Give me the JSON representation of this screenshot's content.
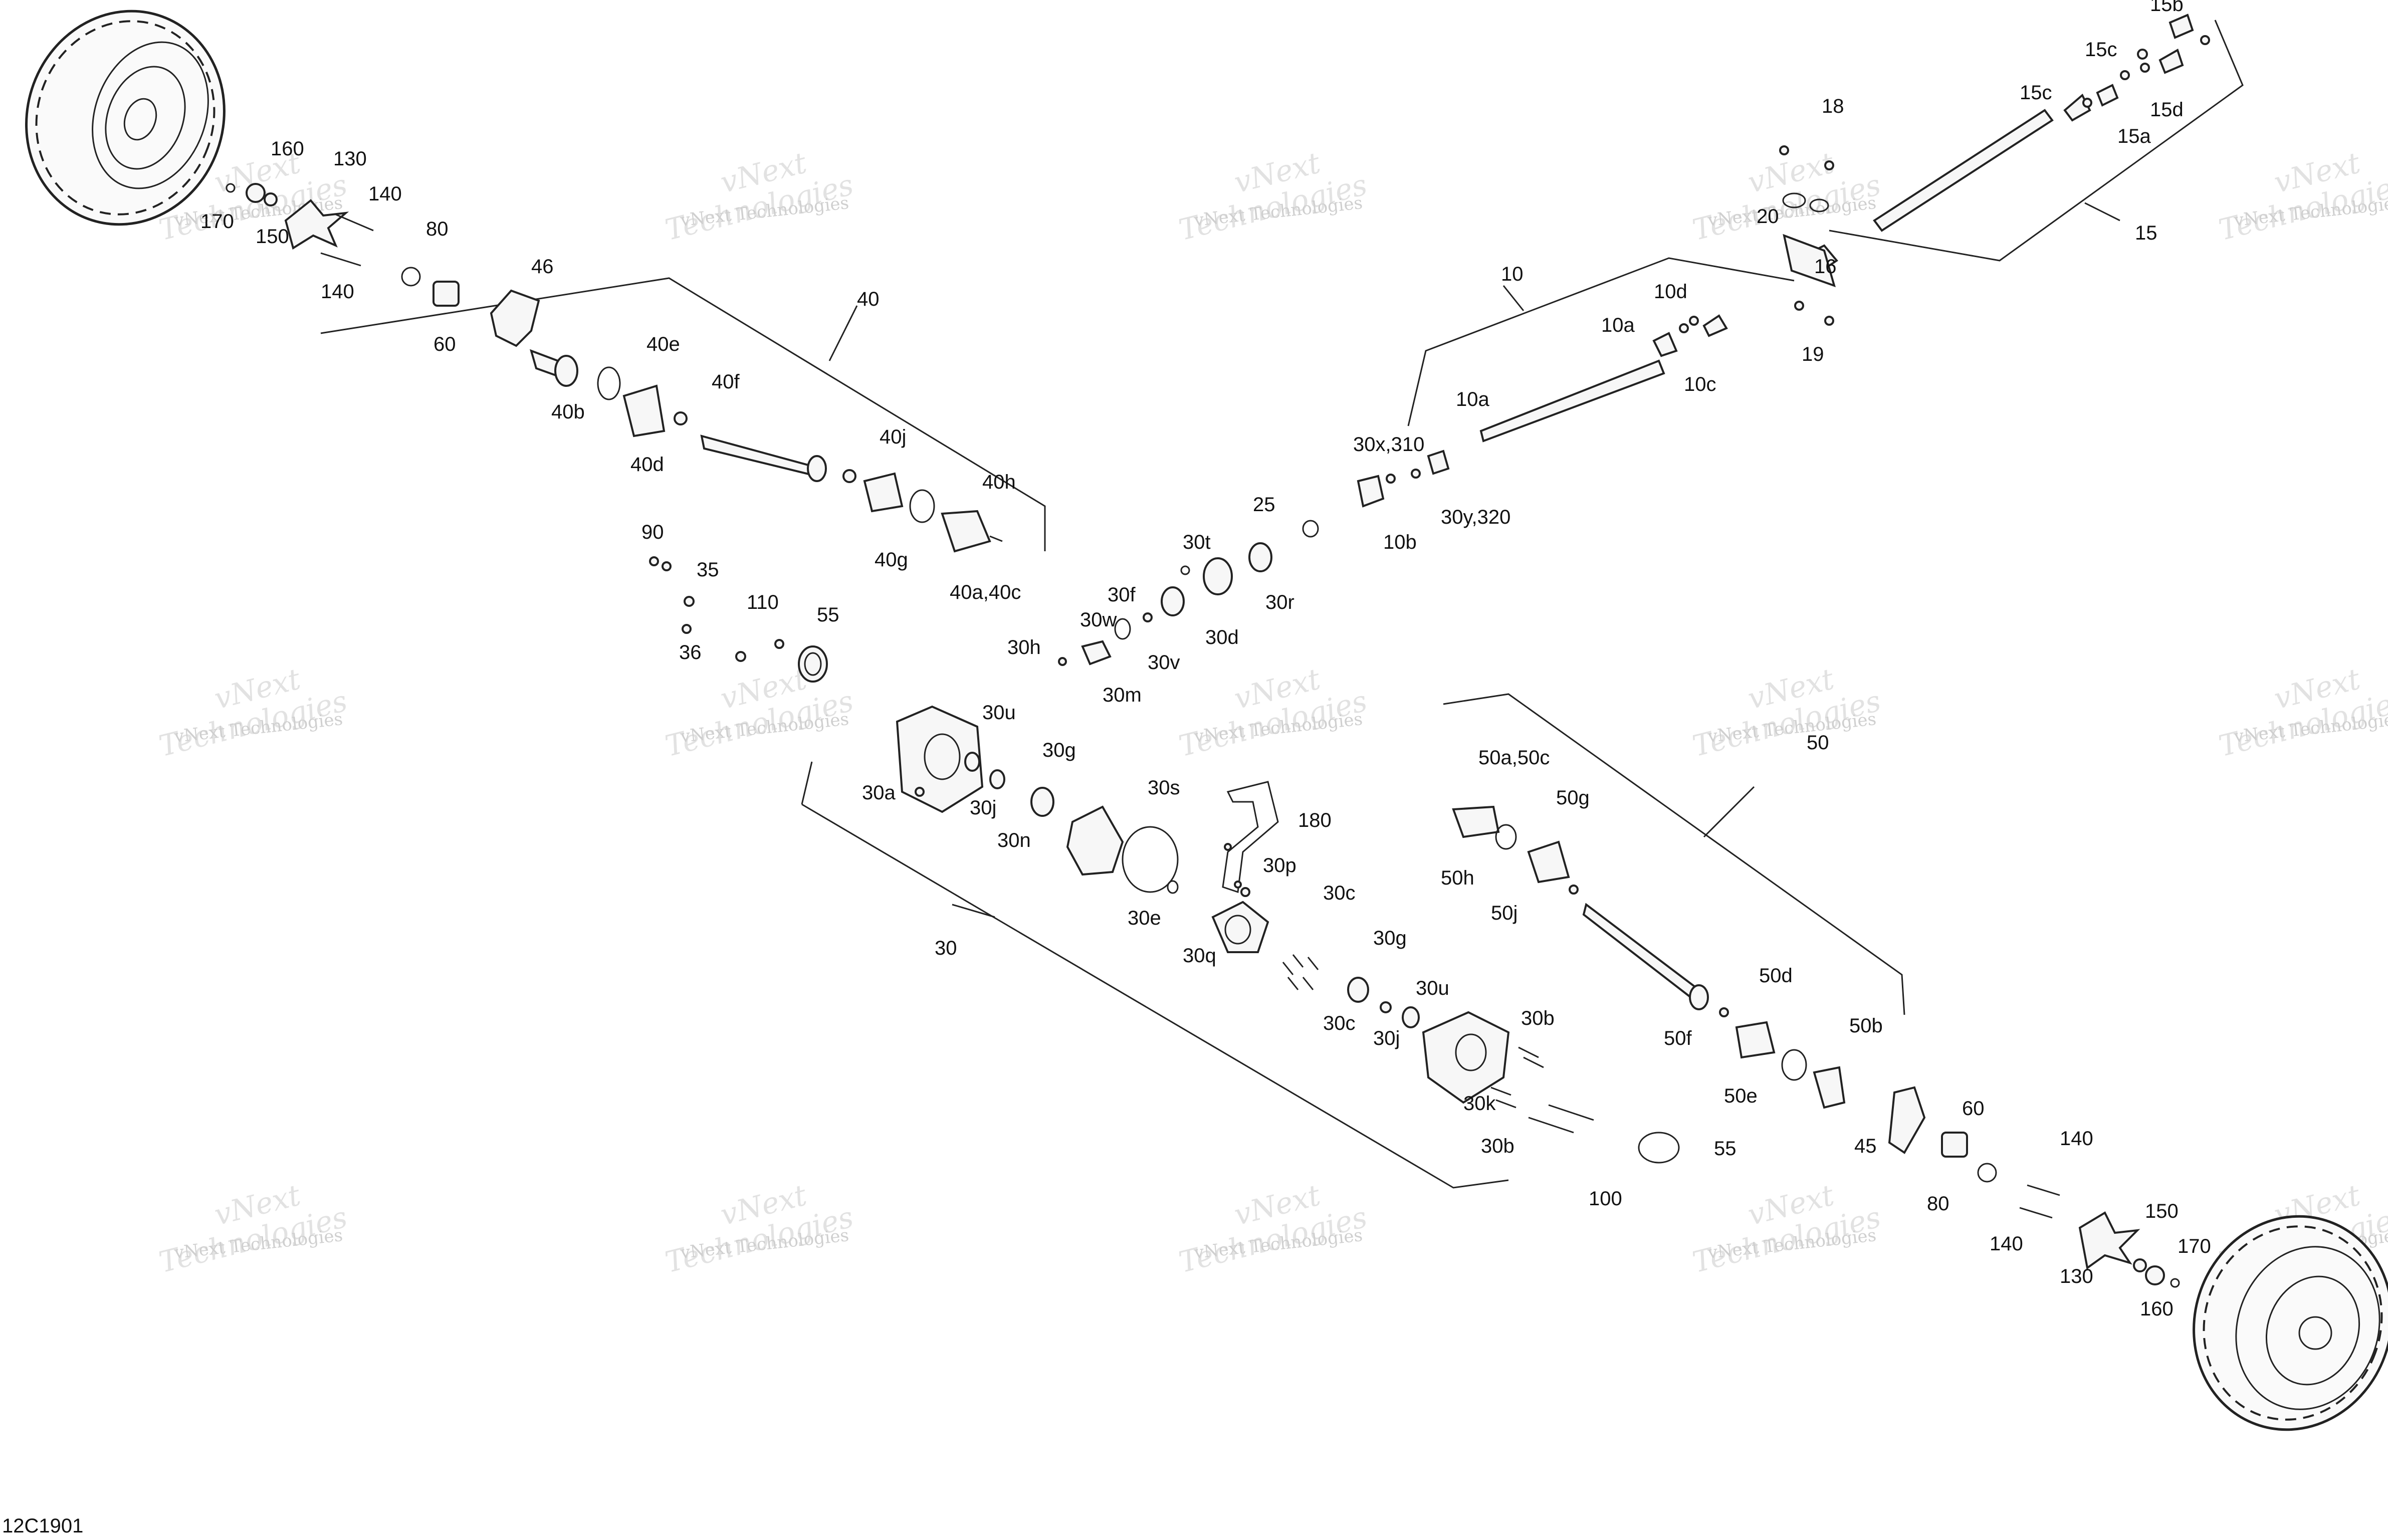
{
  "diagram_ref": "12C1901",
  "watermark": {
    "line1": "vNext Technologies",
    "line2": "Technologies",
    "brand": "vNext"
  },
  "labels": [
    "15b",
    "15c",
    "15c",
    "15d",
    "15a",
    "18",
    "20",
    "15",
    "16",
    "19",
    "10",
    "10d",
    "10a",
    "10c",
    "10a",
    "30x,310",
    "30y,320",
    "10b",
    "25",
    "30t",
    "30r",
    "30d",
    "30f",
    "30w",
    "30v",
    "30h",
    "30m",
    "170",
    "160",
    "130",
    "140",
    "150",
    "140",
    "80",
    "60",
    "46",
    "40",
    "40b",
    "40e",
    "40d",
    "40f",
    "40j",
    "40h",
    "40g",
    "40a,40c",
    "90",
    "35",
    "36",
    "110",
    "55",
    "30u",
    "30g",
    "30j",
    "30a",
    "30n",
    "30s",
    "180",
    "30e",
    "30p",
    "30c",
    "30q",
    "30c",
    "30g",
    "30u",
    "30j",
    "30b",
    "30k",
    "30b",
    "100",
    "55",
    "30",
    "50",
    "50a,50c",
    "50g",
    "50h",
    "50j",
    "50d",
    "50f",
    "50b",
    "50e",
    "60",
    "45",
    "80",
    "140",
    "140",
    "130",
    "150",
    "170",
    "160"
  ]
}
